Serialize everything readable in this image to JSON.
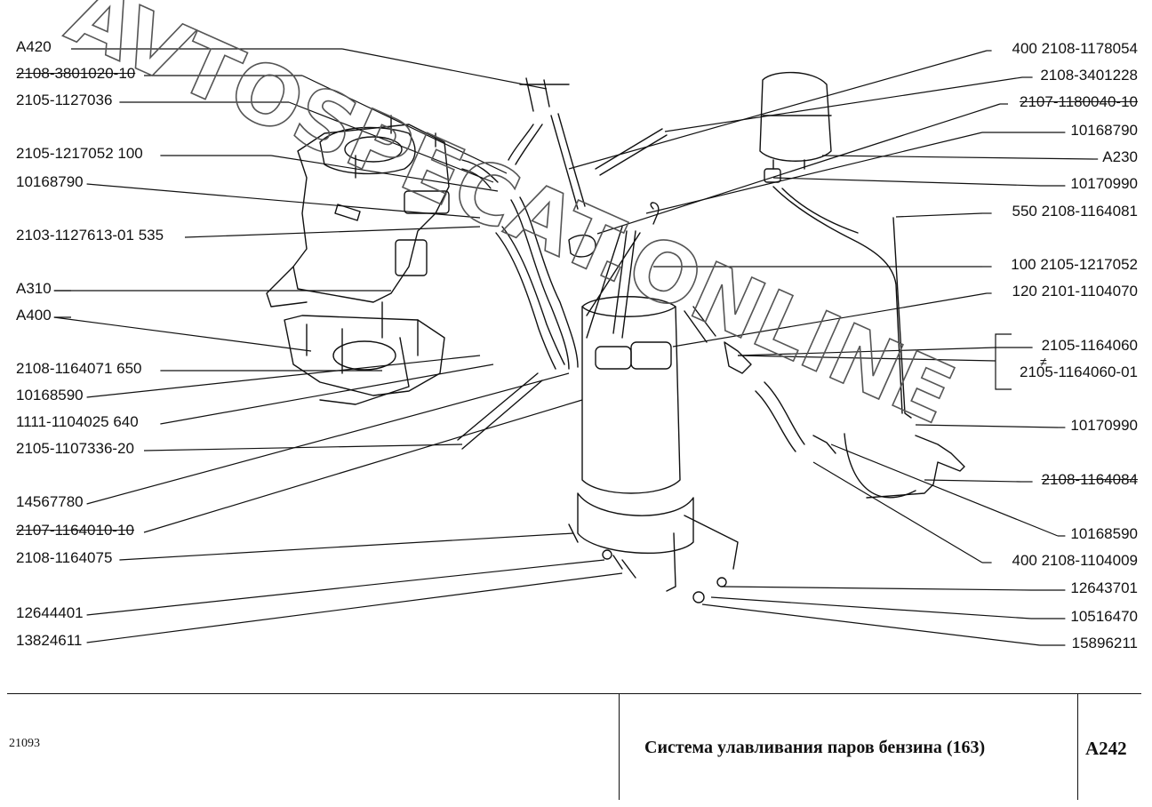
{
  "labels_left": [
    "A420",
    "2108-3801020-10",
    "2105-1127036",
    "2105-1217052  100",
    "10168790",
    "2103-1127613-01  535",
    "A310",
    "A400",
    "2108-1164071  650",
    "10168590",
    "1111-1104025  640",
    "2105-1107336-20",
    "14567780",
    "2107-1164010-10",
    "2108-1164075",
    "12644401",
    "13824611"
  ],
  "labels_right": [
    "400  2108-1178054",
    "2108-3401228",
    "2107-1180040-10",
    "10168790",
    "A230",
    "10170990",
    "550  2108-1164081",
    "100  2105-1217052",
    "120  2101-1104070",
    "2105-1164060",
    "2105-1164060-01",
    "10170990",
    "2108-1164084",
    "10168590",
    "400  2108-1104009",
    "12643701",
    "10516470",
    "15896211"
  ],
  "neq_symbol": "≠",
  "title_block": {
    "model": "21093",
    "title": "Система улавливания паров бензина (163)",
    "code": "A242"
  },
  "watermark": "AVTOSPECAT.ONLINE"
}
